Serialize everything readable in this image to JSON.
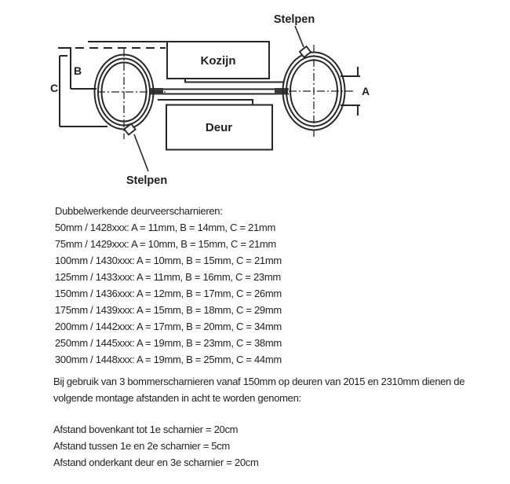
{
  "document": {
    "diagram": {
      "labels": {
        "stelpen_top": "Stelpen",
        "stelpen_bottom": "Stelpen",
        "frame": "Kozijn",
        "door": "Deur",
        "dim_a": "A",
        "dim_b": "B",
        "dim_c": "C"
      }
    },
    "specs": {
      "title": "Dubbelwerkende deurveerscharnieren:",
      "rows": [
        "50mm / 1428xxx: A = 11mm, B = 14mm, C = 21mm",
        "75mm / 1429xxx: A = 10mm, B = 15mm, C = 21mm",
        "100mm / 1430xxx: A = 10mm, B = 15mm, C = 21mm",
        "125mm / 1433xxx: A = 11mm, B = 16mm, C = 23mm",
        "150mm / 1436xxx: A = 12mm, B = 17mm, C = 26mm",
        "175mm / 1439xxx: A = 15mm, B = 18mm, C = 29mm",
        "200mm / 1442xxx: A = 17mm, B = 20mm, C = 34mm",
        "250mm / 1445xxx: A = 19mm, B = 23mm, C = 38mm",
        "300mm / 1448xxx: A = 19mm, B = 25mm, C = 44mm"
      ]
    },
    "mounting": {
      "intro": [
        "Bij gebruik van 3 bommerscharnieren vanaf 150mm op deuren van 2015 en 2310mm dienen de",
        "volgende montage afstanden in acht te worden genomen:"
      ],
      "distances": [
        "Afstand bovenkant tot 1e scharnier = 20cm",
        "Afstand tussen 1e en 2e scharnier = 5cm",
        "Afstand onderkant deur en 3e scharnier = 20cm"
      ]
    }
  },
  "colors": {
    "ink": "#1f1f1f",
    "line": "#262626",
    "background": "#ffffff"
  }
}
